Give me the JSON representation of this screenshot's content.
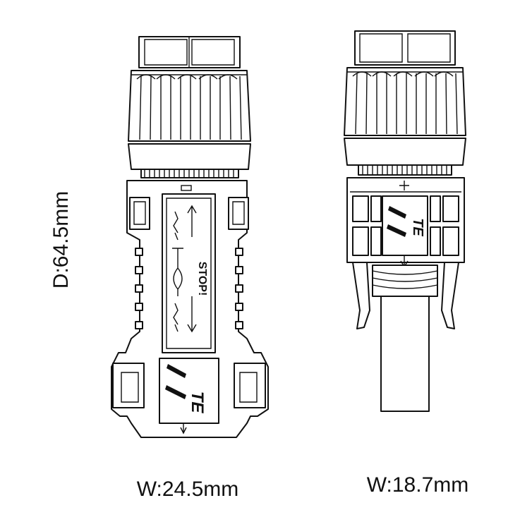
{
  "labels": {
    "depth": "D:64.5mm",
    "width_left": "W:24.5mm",
    "width_right": "W:18.7mm",
    "stop": "STOP!",
    "brand_left": "TE",
    "brand_right": "TE",
    "polarity_right": "+"
  },
  "colors": {
    "line": "#111111",
    "background": "#ffffff"
  },
  "icons": {
    "left": "connector-female-icon",
    "right": "connector-male-icon"
  }
}
